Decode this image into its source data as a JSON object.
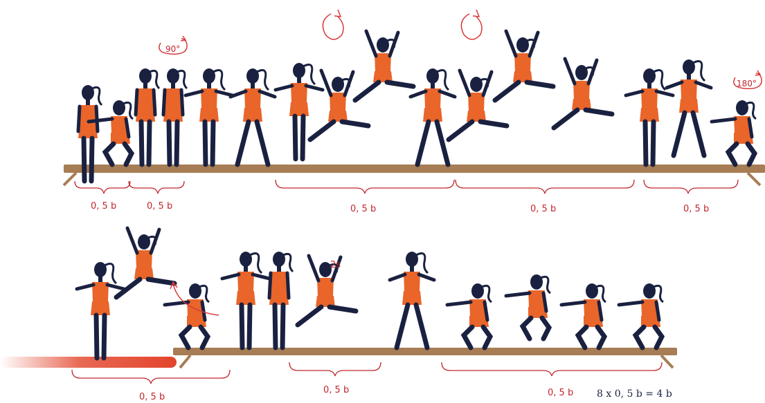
{
  "top_row": {
    "rotation_labels": [
      "90°",
      "180°"
    ],
    "brace_labels": [
      "0, 5 b",
      "0, 5 b",
      "0, 5 b",
      "0, 5 b",
      "0, 5 b"
    ]
  },
  "bottom_row": {
    "hold_label": "2s",
    "brace_labels": [
      "0, 5 b",
      "0, 5 b",
      "0, 5 b"
    ],
    "total": "8 x 0, 5 b = 4 b"
  },
  "colors": {
    "figure": "#1a2140",
    "costume": "#e9652a",
    "beam": "#a67d54",
    "annotation": "#c0262c",
    "runway": "#e2442a"
  }
}
